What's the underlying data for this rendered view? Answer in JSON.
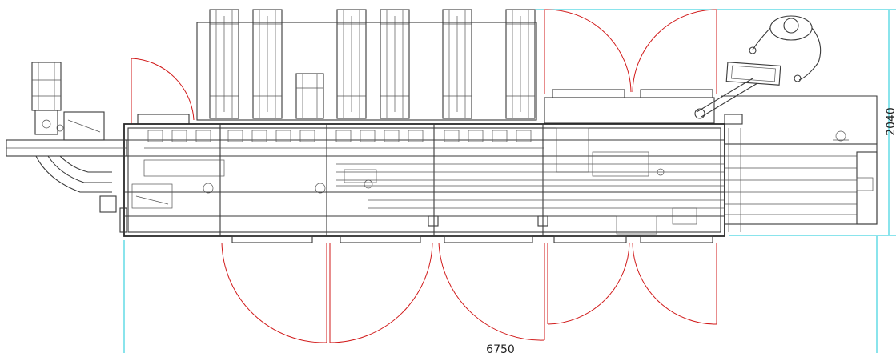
{
  "drawing": {
    "dimension_length": "6750",
    "dimension_width": "2040",
    "colors": {
      "machine_line": "#3a3a3a",
      "door_swing": "#d11a1a",
      "dimension_line": "#14c8d8",
      "background": "#ffffff"
    },
    "icons": [
      "operator-figure-icon",
      "control-panel-icon",
      "door-swing-arc"
    ]
  }
}
